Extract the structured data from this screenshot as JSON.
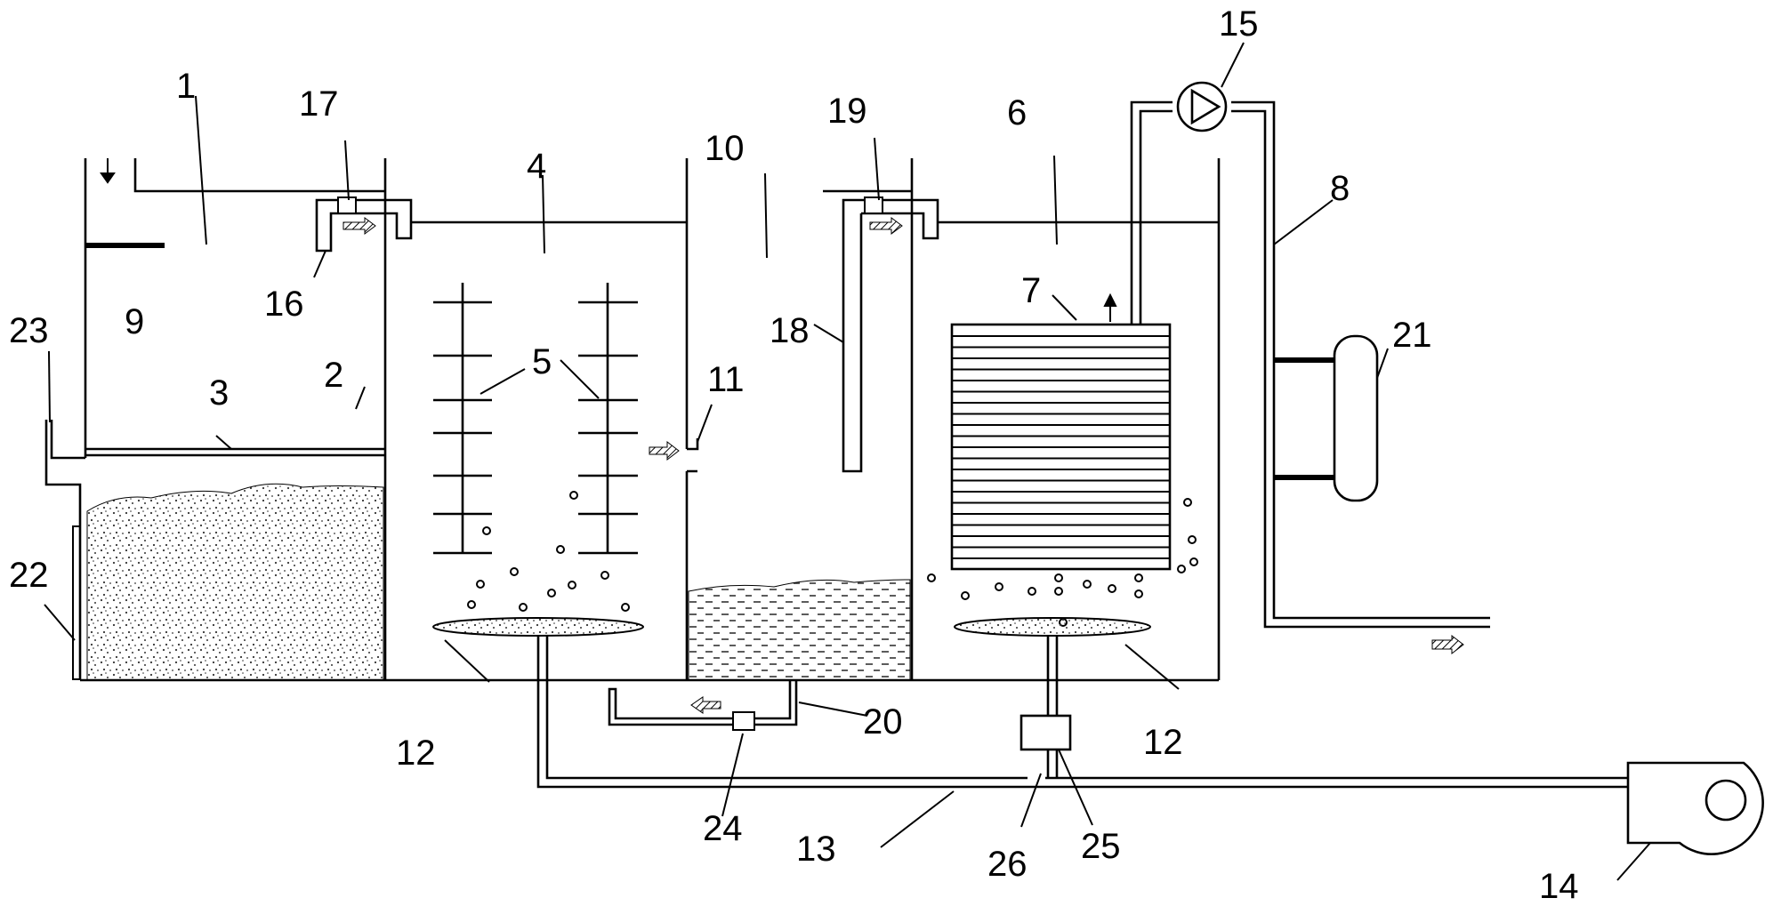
{
  "labels": {
    "l1": "1",
    "l2": "2",
    "l3": "3",
    "l4": "4",
    "l5": "5",
    "l6": "6",
    "l7": "7",
    "l8": "8",
    "l9": "9",
    "l10": "10",
    "l11": "11",
    "l12a": "12",
    "l12b": "12",
    "l13": "13",
    "l14": "14",
    "l15": "15",
    "l16": "16",
    "l17": "17",
    "l18": "18",
    "l19": "19",
    "l20": "20",
    "l21": "21",
    "l22": "22",
    "l23": "23",
    "l24": "24",
    "l25": "25",
    "l26": "26"
  },
  "colors": {
    "line": "#000000",
    "fill": "#ffffff",
    "stipple": "#555555"
  }
}
